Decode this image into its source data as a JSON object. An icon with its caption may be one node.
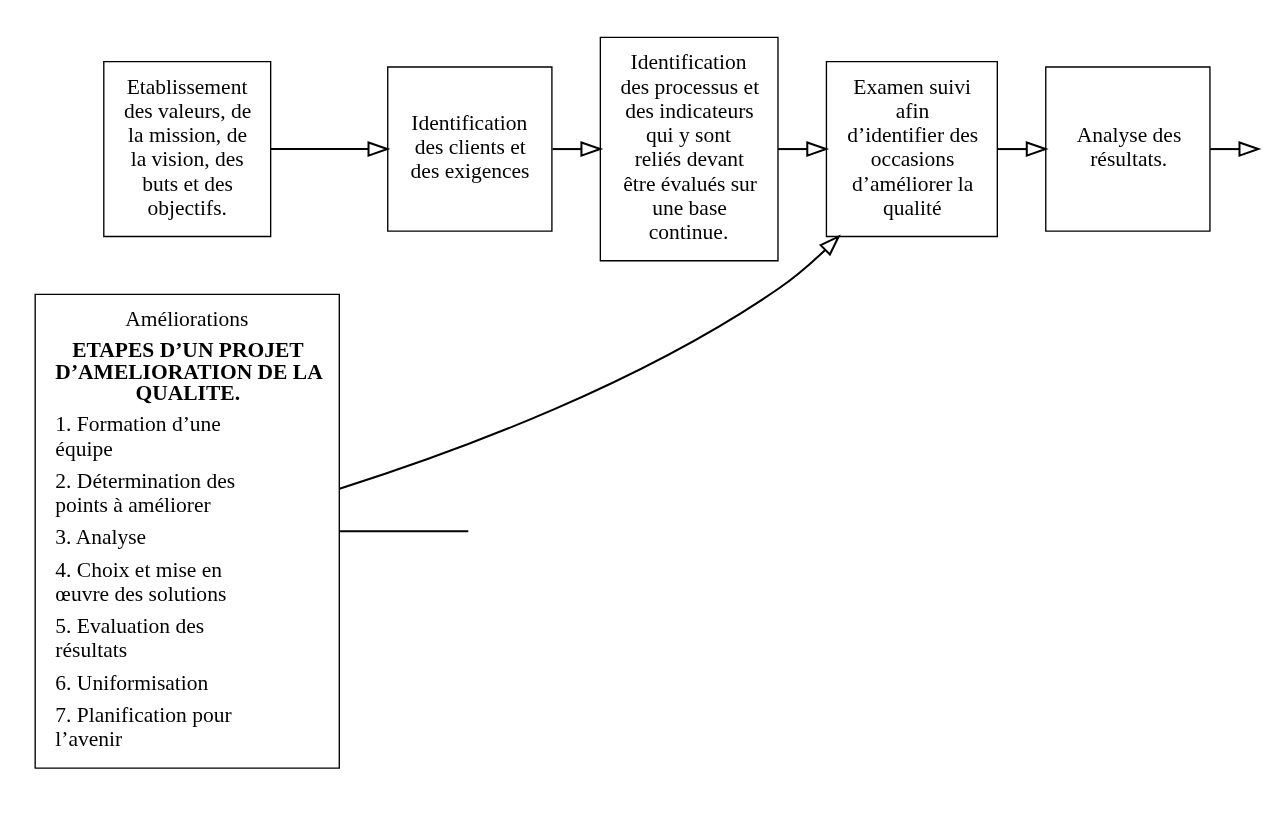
{
  "diagram": {
    "nodes": [
      {
        "text": [
          "Etablissement des valeurs, de la mission, de la vision, des buts et des objectifs."
        ]
      },
      {
        "text": [
          "Identification des clients et des exigences"
        ]
      },
      {
        "text": [
          "Identification des processus et des indicateurs qui y sont reliés devant être évalués sur une base continue."
        ]
      },
      {
        "text": [
          "Examen suivi afin d’identifier des occasions d’améliorer la qualité"
        ]
      },
      {
        "text": [
          "Analyse des résultats."
        ]
      },
      {
        "text": [
          "Améliorations",
          "ETAPES D’UN PROJET D’AMELIORATION DE LA QUALITE.",
          "1. Formation d’une équipe",
          "2. Détermination des points à améliorer",
          "3. Analyse",
          "4. Choix et mise en œuvre des solutions",
          "5. Evaluation des résultats",
          "6. Uniformisation",
          "7. Planification pour l’avenir"
        ]
      }
    ],
    "edges": [
      {
        "from": 0,
        "to": 1,
        "arrow": "to"
      },
      {
        "from": 1,
        "to": 2,
        "arrow": "to"
      },
      {
        "from": 2,
        "to": 3,
        "arrow": "to"
      },
      {
        "from": 3,
        "to": 4,
        "arrow": "to"
      },
      {
        "from": 4,
        "to": null,
        "arrow": "to"
      },
      {
        "from": 5,
        "to": 3,
        "arrow": "to"
      },
      {
        "from": 5,
        "to": null,
        "arrow": "none"
      }
    ]
  }
}
